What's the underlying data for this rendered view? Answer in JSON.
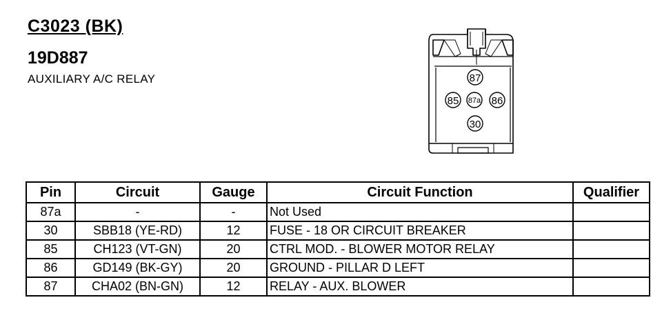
{
  "header": {
    "connector_id": "C3023 (BK)",
    "part_number": "19D887",
    "description": "AUXILIARY A/C RELAY"
  },
  "connector": {
    "pins": [
      "87",
      "85",
      "87a",
      "86",
      "30"
    ]
  },
  "table": {
    "columns": [
      "Pin",
      "Circuit",
      "Gauge",
      "Circuit Function",
      "Qualifier"
    ],
    "rows": [
      {
        "pin": "87a",
        "circuit": "-",
        "gauge": "-",
        "function": "Not Used",
        "qualifier": ""
      },
      {
        "pin": "30",
        "circuit": "SBB18 (YE-RD)",
        "gauge": "12",
        "function": "FUSE - 18 OR CIRCUIT BREAKER",
        "qualifier": ""
      },
      {
        "pin": "85",
        "circuit": "CH123 (VT-GN)",
        "gauge": "20",
        "function": "CTRL MOD. - BLOWER MOTOR RELAY",
        "qualifier": ""
      },
      {
        "pin": "86",
        "circuit": "GD149 (BK-GY)",
        "gauge": "20",
        "function": "GROUND - PILLAR D LEFT",
        "qualifier": ""
      },
      {
        "pin": "87",
        "circuit": "CHA02 (BN-GN)",
        "gauge": "12",
        "function": "RELAY - AUX. BLOWER",
        "qualifier": ""
      }
    ]
  }
}
